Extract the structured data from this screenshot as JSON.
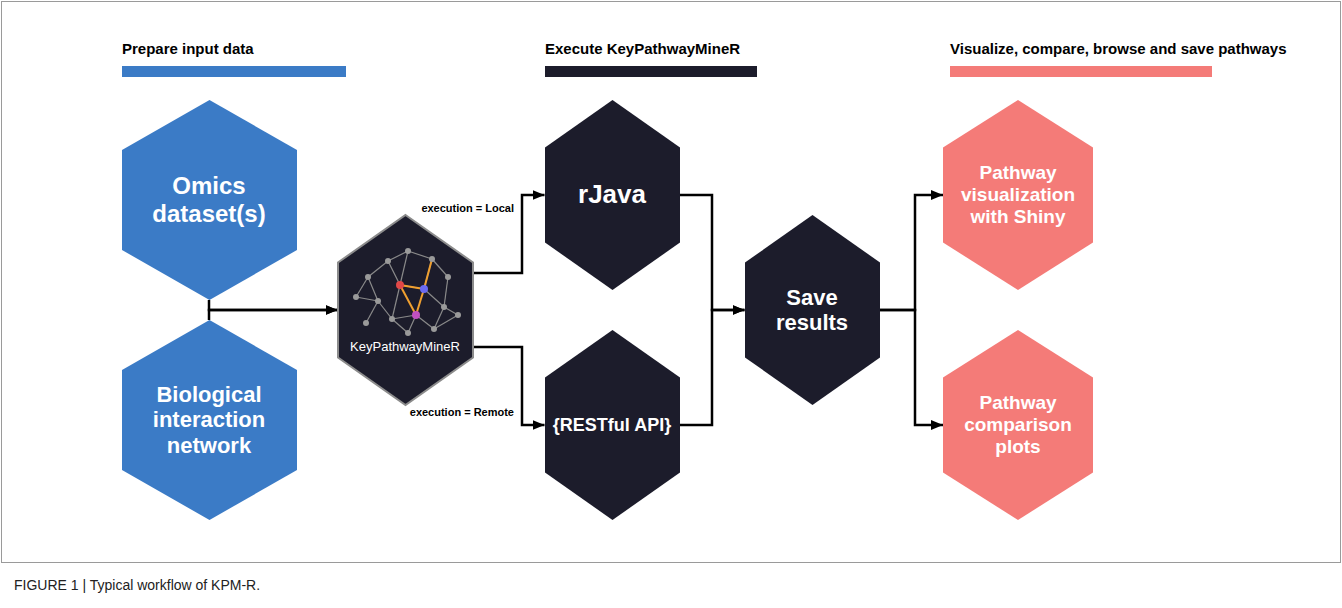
{
  "diagram": {
    "caption": "FIGURE 1 | Typical workflow of KPM-R.",
    "nodes": [
      {
        "text": [
          "Omics dataset(s)"
        ]
      },
      {
        "text": [
          "Biological interaction network"
        ]
      },
      {
        "text": [
          "KeyPathwayMineR"
        ]
      },
      {
        "text": [
          "rJava"
        ]
      },
      {
        "text": [
          "{RESTful API}"
        ]
      },
      {
        "text": [
          "Save results"
        ]
      },
      {
        "text": [
          "Pathway visualization with Shiny"
        ]
      },
      {
        "text": [
          "Pathway comparison plots"
        ]
      }
    ],
    "edges": [
      {
        "from": 0,
        "to": 2,
        "arrow": "to"
      },
      {
        "from": 1,
        "to": 2,
        "arrow": "to"
      },
      {
        "from": 2,
        "to": 3,
        "label": "execution = Local",
        "arrow": "to"
      },
      {
        "from": 2,
        "to": 4,
        "label": "execution = Remote",
        "arrow": "to"
      },
      {
        "from": 3,
        "to": 5,
        "arrow": "to"
      },
      {
        "from": 4,
        "to": 5,
        "arrow": "to"
      },
      {
        "from": 5,
        "to": 6,
        "arrow": "to"
      },
      {
        "from": 5,
        "to": 7,
        "arrow": "to"
      }
    ],
    "labels": [
      "Prepare input data",
      "Execute KeyPathwayMineR",
      "Visualize, compare, browse and save pathways"
    ]
  }
}
